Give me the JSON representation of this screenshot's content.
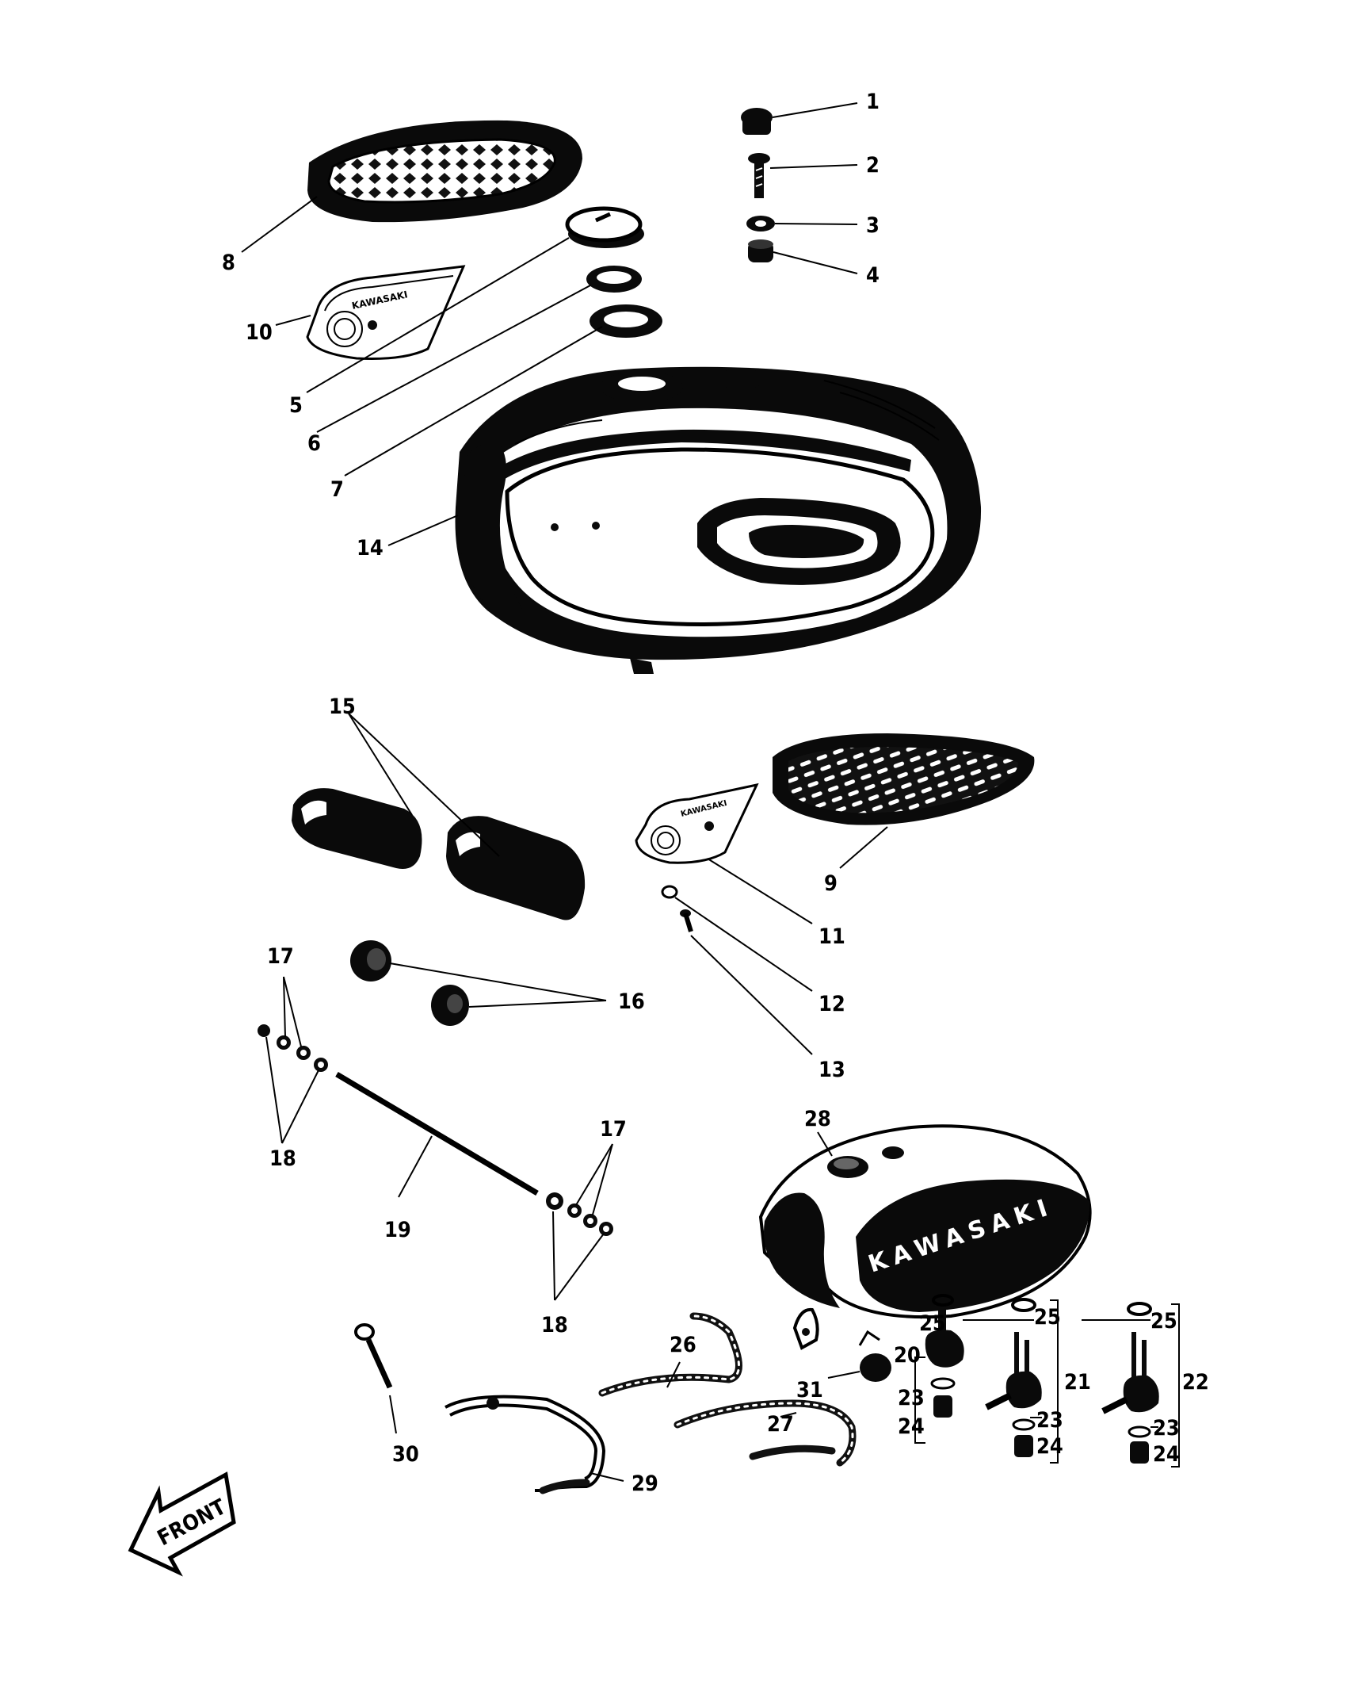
{
  "diagram": {
    "brand_text": "KAWASAKI",
    "front_label": "FRONT",
    "callouts": [
      {
        "id": "c1",
        "text": "1"
      },
      {
        "id": "c2",
        "text": "2"
      },
      {
        "id": "c3",
        "text": "3"
      },
      {
        "id": "c4",
        "text": "4"
      },
      {
        "id": "c5",
        "text": "5"
      },
      {
        "id": "c6",
        "text": "6"
      },
      {
        "id": "c7",
        "text": "7"
      },
      {
        "id": "c8",
        "text": "8"
      },
      {
        "id": "c9",
        "text": "9"
      },
      {
        "id": "c10",
        "text": "10"
      },
      {
        "id": "c11",
        "text": "11"
      },
      {
        "id": "c12",
        "text": "12"
      },
      {
        "id": "c13",
        "text": "13"
      },
      {
        "id": "c14",
        "text": "14"
      },
      {
        "id": "c15",
        "text": "15"
      },
      {
        "id": "c16",
        "text": "16"
      },
      {
        "id": "c17a",
        "text": "17"
      },
      {
        "id": "c17b",
        "text": "17"
      },
      {
        "id": "c18a",
        "text": "18"
      },
      {
        "id": "c18b",
        "text": "18"
      },
      {
        "id": "c19",
        "text": "19"
      },
      {
        "id": "c20",
        "text": "20"
      },
      {
        "id": "c21",
        "text": "21"
      },
      {
        "id": "c22",
        "text": "22"
      },
      {
        "id": "c23a",
        "text": "23"
      },
      {
        "id": "c23b",
        "text": "23"
      },
      {
        "id": "c23c",
        "text": "23"
      },
      {
        "id": "c24a",
        "text": "24"
      },
      {
        "id": "c24b",
        "text": "24"
      },
      {
        "id": "c24c",
        "text": "24"
      },
      {
        "id": "c25a",
        "text": "25"
      },
      {
        "id": "c25b",
        "text": "25"
      },
      {
        "id": "c25c",
        "text": "25"
      },
      {
        "id": "c26",
        "text": "26"
      },
      {
        "id": "c27",
        "text": "27"
      },
      {
        "id": "c28",
        "text": "28"
      },
      {
        "id": "c29",
        "text": "29"
      },
      {
        "id": "c30",
        "text": "30"
      },
      {
        "id": "c31",
        "text": "31"
      }
    ]
  }
}
